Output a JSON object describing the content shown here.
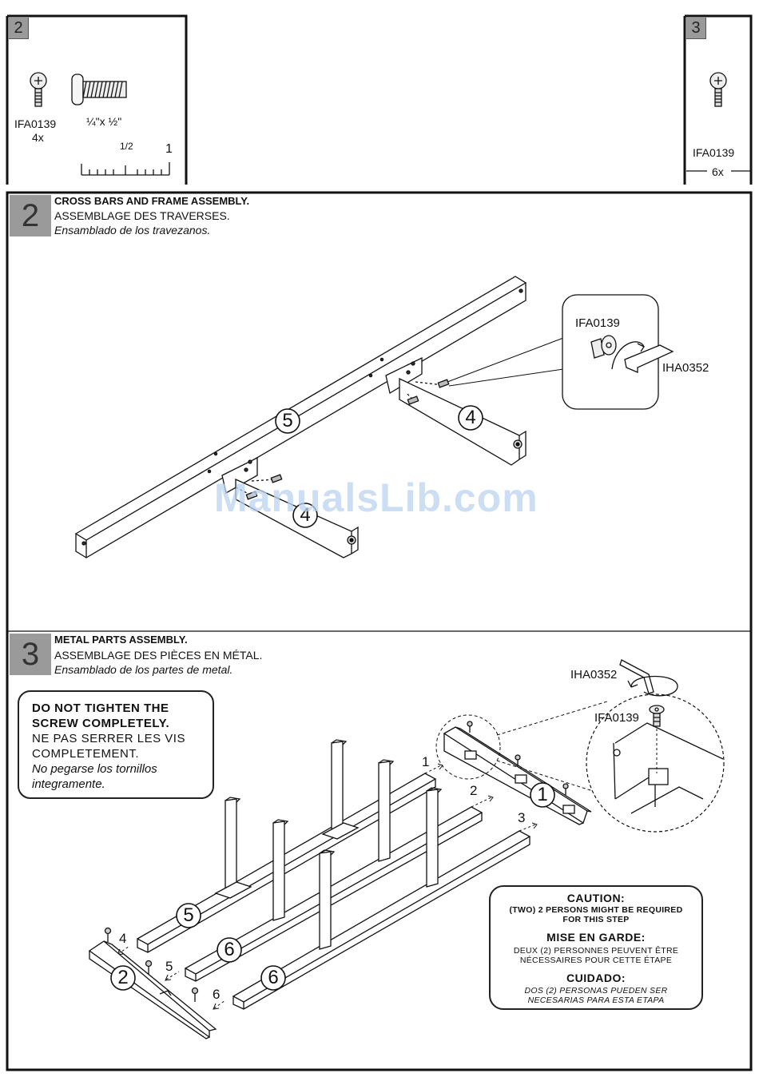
{
  "hardware_panel_left": {
    "tag": "2",
    "screw_code": "IFA0139",
    "screw_qty": "4x",
    "screw_size": "¼\"x ½\"",
    "ruler_half": "1/2",
    "ruler_one": "1"
  },
  "hardware_panel_right": {
    "tag": "3",
    "screw_code": "IFA0139",
    "screw_qty": "6x"
  },
  "step2": {
    "number": "2",
    "title_en": "CROSS BARS AND FRAME ASSEMBLY.",
    "title_fr": "ASSEMBLAGE DES TRAVERSES.",
    "title_es": "Ensamblado de los travezanos.",
    "callout_screw": "IFA0139",
    "callout_key": "IHA0352",
    "part_labels": [
      "5",
      "4",
      "4"
    ]
  },
  "watermark": "ManualsLib.com",
  "step3": {
    "number": "3",
    "title_en": "METAL PARTS ASSEMBLY.",
    "title_fr": "ASSEMBLAGE DES PIÈCES EN MÉTAL.",
    "title_es": "Ensamblado de los partes de metal.",
    "warning": {
      "line1": "DO NOT TIGHTEN THE",
      "line2": "SCREW COMPLETELY.",
      "line3": "NE PAS SERRER LES VIS",
      "line4": "COMPLETEMENT.",
      "line5": "No pegarse los tornillos",
      "line6": "integramente."
    },
    "callout_key": "IHA0352",
    "callout_screw": "IFA0139",
    "arrow_labels_top": [
      "1",
      "2",
      "3"
    ],
    "arrow_labels_bottom": [
      "4",
      "5",
      "6"
    ],
    "part_labels": [
      "1",
      "2",
      "5",
      "6",
      "6"
    ],
    "caution": {
      "en_title": "CAUTION:",
      "en_line1": "(TWO) 2 PERSONS MIGHT BE REQUIRED",
      "en_line2": "FOR THIS STEP",
      "fr_title": "MISE EN GARDE:",
      "fr_line1": "DEUX (2) PERSONNES PEUVENT ÊTRE",
      "fr_line2": "NÉCESSAIRES POUR CETTE ÉTAPE",
      "es_title": "CUIDADO:",
      "es_line1": "DOS (2) PERSONAS PUEDEN SER",
      "es_line2": "NECESARIAS PARA ESTA ETAPA"
    }
  }
}
